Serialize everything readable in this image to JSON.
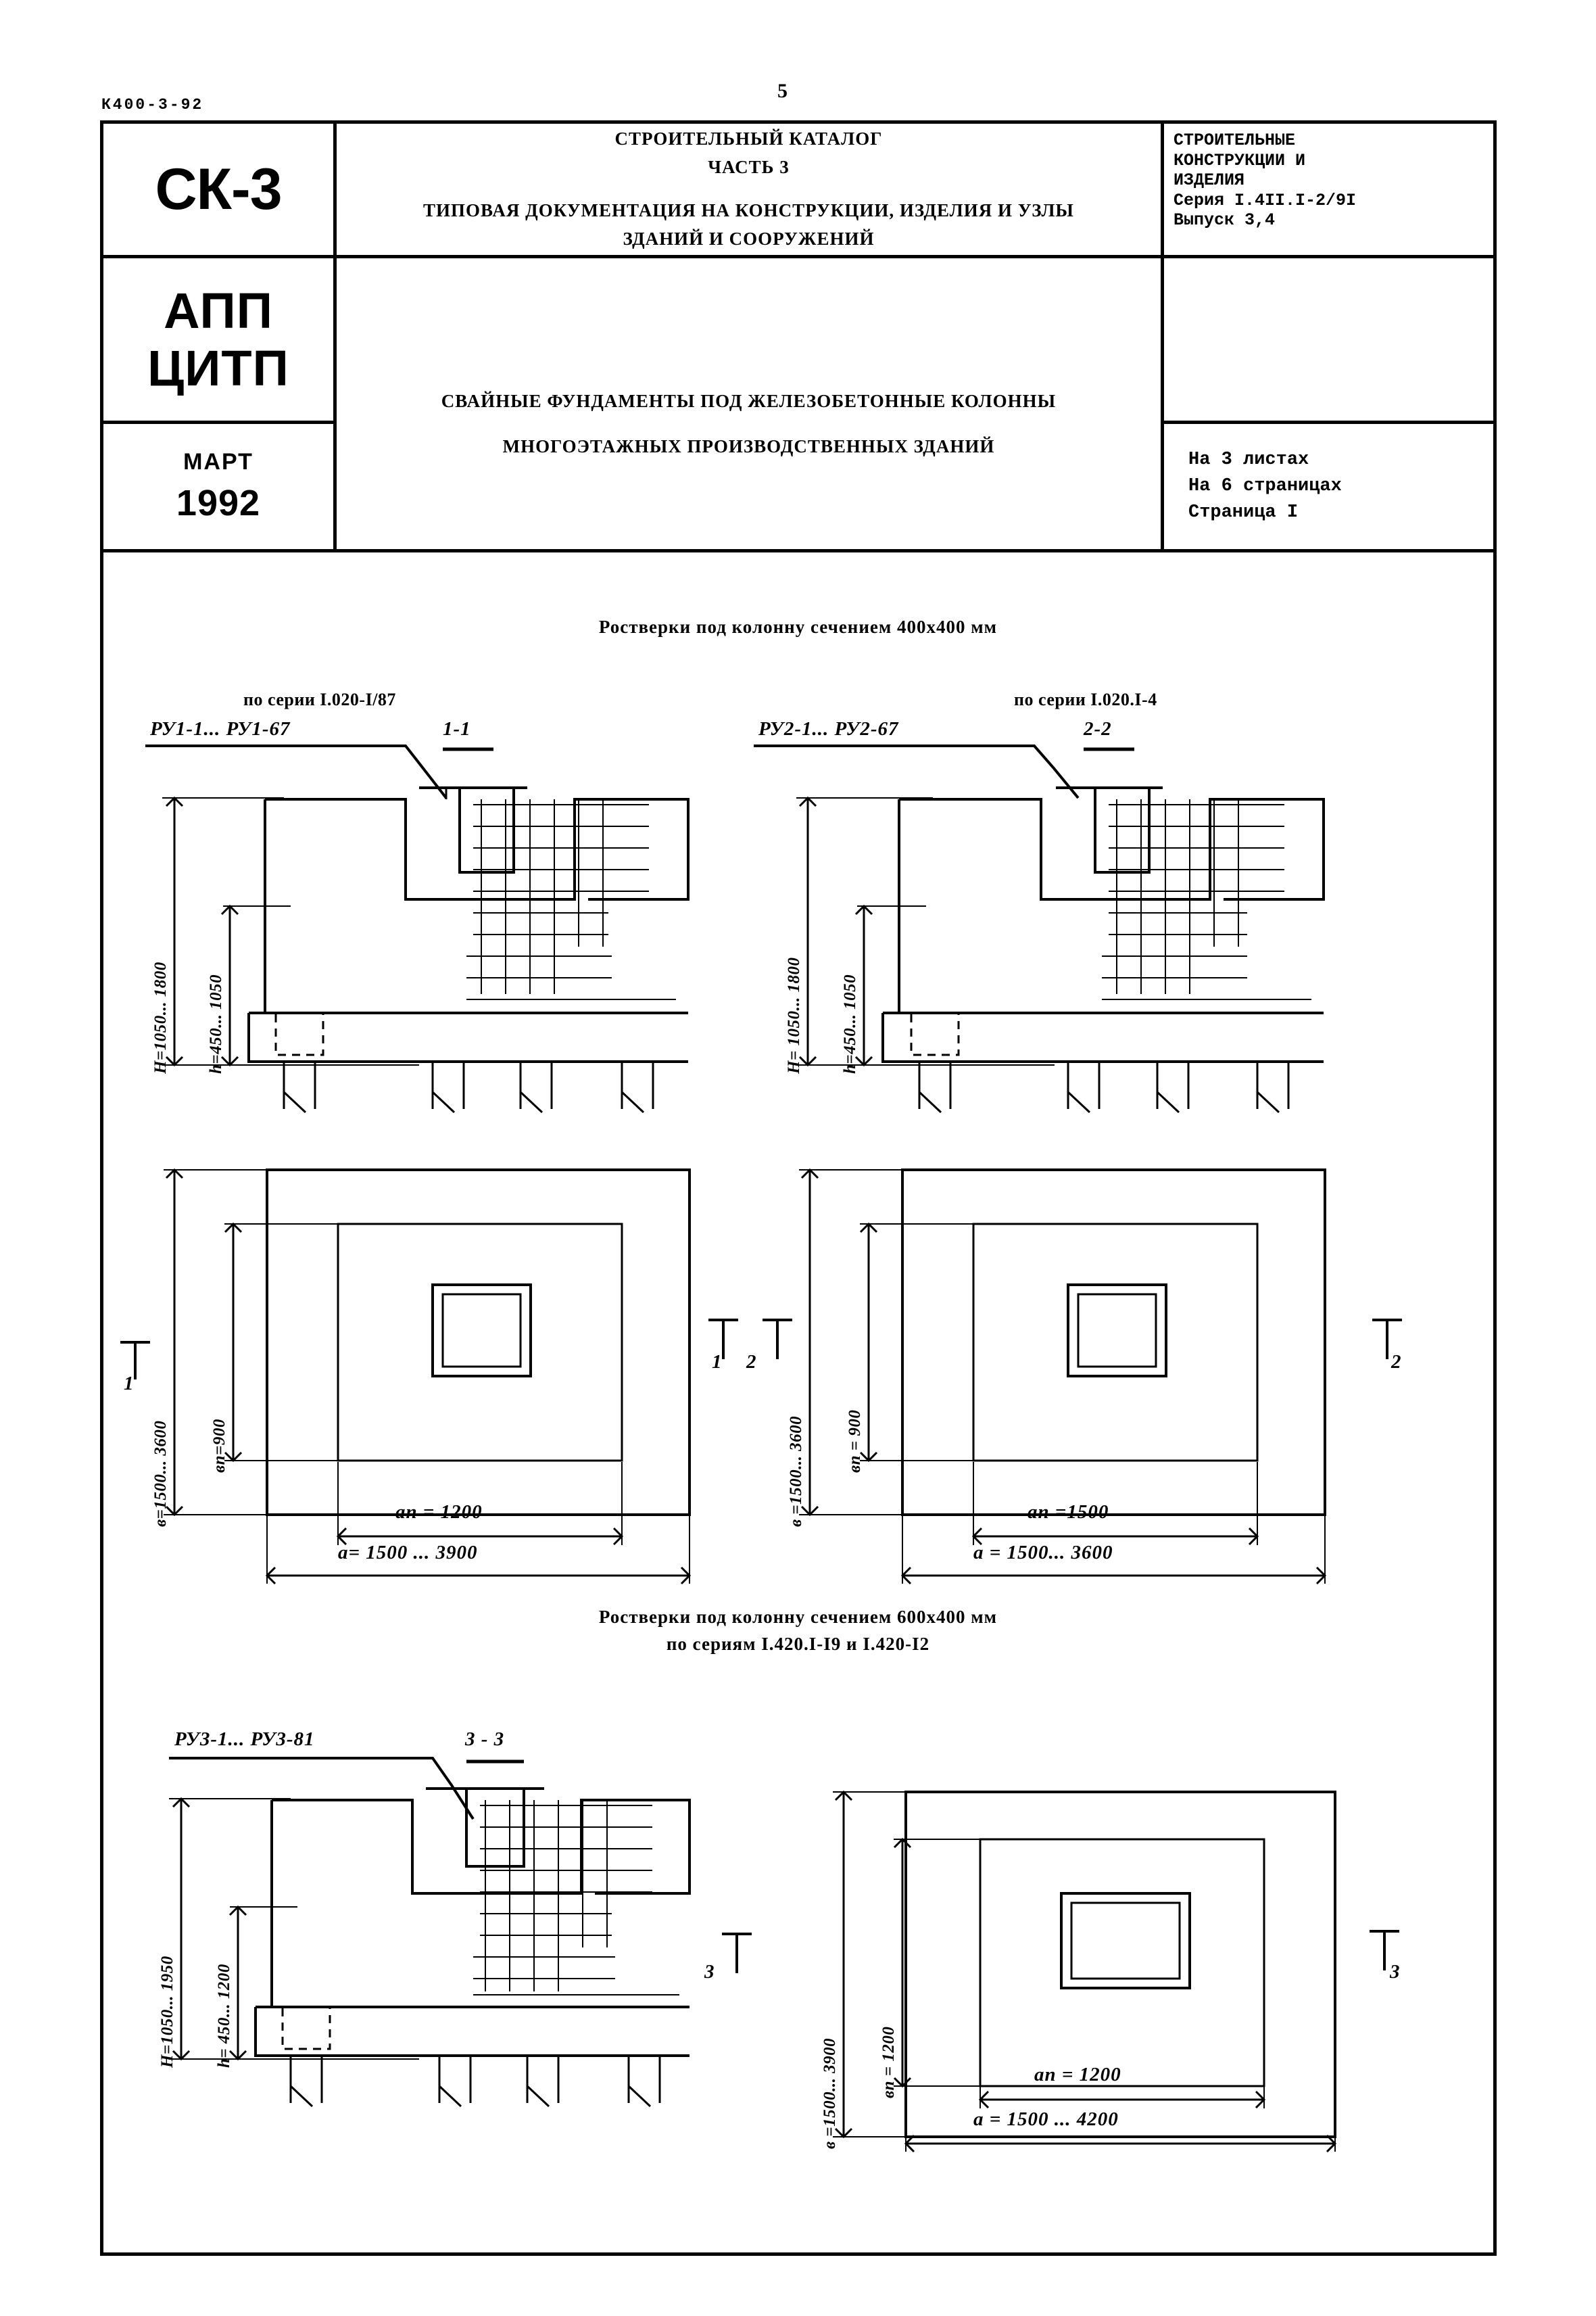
{
  "doc_code": "К400-3-92",
  "page_number": "5",
  "header": {
    "catalog_mark": "СК-3",
    "org_line1": "АПП",
    "org_line2": "ЦИТП",
    "month": "МАРТ",
    "year": "1992",
    "title_line1": "СТРОИТЕЛЬНЫЙ КАТАЛОГ",
    "title_line2": "ЧАСТЬ 3",
    "title_line3": "ТИПОВАЯ ДОКУМЕНТАЦИЯ НА КОНСТРУКЦИИ, ИЗДЕЛИЯ И УЗЛЫ",
    "title_line4": "ЗДАНИЙ И СООРУЖЕНИЙ",
    "subject_line1": "СВАЙНЫЕ ФУНДАМЕНТЫ ПОД ЖЕЛЕЗОБЕТОННЫЕ КОЛОННЫ",
    "subject_line2": "МНОГОЭТАЖНЫХ ПРОИЗВОДСТВЕННЫХ ЗДАНИЙ",
    "series_line1": "СТРОИТЕЛЬНЫЕ",
    "series_line2": "КОНСТРУКЦИИ И",
    "series_line3": "ИЗДЕЛИЯ",
    "series_line4": "Серия I.4II.I-2/9I",
    "series_line5": "Выпуск 3,4",
    "sheets_line1": "На 3 листах",
    "sheets_line2": "На 6 страницах",
    "sheets_line3": "Страница I"
  },
  "section_400": {
    "caption": "Ростверки под колонну сечением 400x400 мм",
    "left": {
      "series_note": "по серии I.020-I/87",
      "mark_range": "РУ1-1... РУ1-67",
      "section_tag": "1-1",
      "dim_H": "Н=1050... 1800",
      "dim_h": "h=450... 1050",
      "dim_b": "в=1500... 3600",
      "dim_bn": "вn=900",
      "dim_an": "аn = 1200",
      "dim_a": "а= 1500 ... 3900",
      "cut_mark_left": "1",
      "cut_mark_right": "1"
    },
    "right": {
      "series_note": "по серии I.020.I-4",
      "mark_range": "РУ2-1... РУ2-67",
      "section_tag": "2-2",
      "dim_H": "Н= 1050... 1800",
      "dim_h": "h=450... 1050",
      "dim_b": "в =1500... 3600",
      "dim_bn": "вn = 900",
      "dim_an": "аn =1500",
      "dim_a": "а = 1500... 3600",
      "cut_mark_left": "2",
      "cut_mark_right": "2"
    }
  },
  "section_600": {
    "caption_line1": "Ростверки под колонну сечением 600x400 мм",
    "caption_line2": "по сериям I.420.I-I9 и I.420-I2",
    "mark_range": "РУ3-1... РУ3-81",
    "section_tag": "3 - 3",
    "dim_H": "Н=1050... 1950",
    "dim_h": "h= 450... 1200",
    "dim_b": "в =1500... 3900",
    "dim_bn": "вn = 1200",
    "dim_an": "аn = 1200",
    "dim_a": "а = 1500 ... 4200",
    "cut_mark_left": "3",
    "cut_mark_right": "3"
  }
}
